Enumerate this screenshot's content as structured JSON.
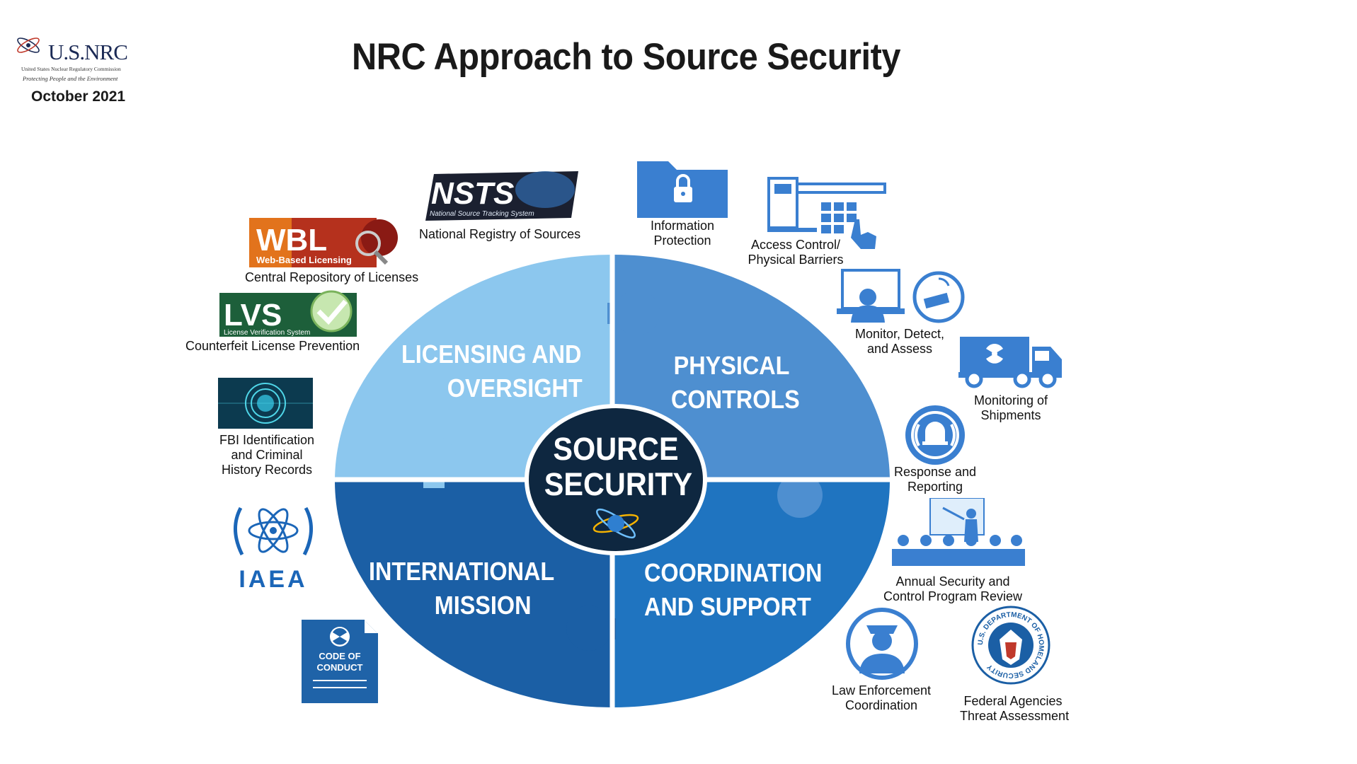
{
  "header": {
    "title": "NRC Approach to Source Security",
    "date": "October 2021",
    "logo": {
      "main": "U.S.NRC",
      "subtitle": "United States Nuclear Regulatory Commission",
      "tagline": "Protecting People and the Environment"
    }
  },
  "center": {
    "line1": "SOURCE",
    "line2": "SECURITY"
  },
  "quadrants": {
    "licensing": {
      "line1": "LICENSING AND",
      "line2": "OVERSIGHT"
    },
    "physical": {
      "line1": "PHYSICAL",
      "line2": "CONTROLS"
    },
    "international": {
      "line1": "INTERNATIONAL",
      "line2": "MISSION"
    },
    "coordination": {
      "line1": "COORDINATION",
      "line2": "AND SUPPORT"
    }
  },
  "left_items": {
    "nsts": {
      "logo_text": "NSTS",
      "logo_sub": "National Source Tracking System",
      "label": "National Registry of Sources"
    },
    "wbl": {
      "logo_text": "WBL",
      "logo_sub": "Web-Based Licensing",
      "label": "Central Repository of Licenses"
    },
    "lvs": {
      "logo_text": "LVS",
      "logo_sub": "License Verification System",
      "label": "Counterfeit License Prevention"
    },
    "fbi": {
      "line1": "FBI Identification",
      "line2": "and Criminal",
      "line3": "History Records"
    },
    "iaea": {
      "logo_text": "IAEA"
    },
    "code": {
      "line1": "CODE OF",
      "line2": "CONDUCT"
    }
  },
  "right_items": {
    "info": {
      "line1": "Information",
      "line2": "Protection"
    },
    "access": {
      "line1": "Access Control/",
      "line2": "Physical Barriers"
    },
    "monitor": {
      "line1": "Monitor, Detect,",
      "line2": "and Assess"
    },
    "shipments": {
      "line1": "Monitoring of",
      "line2": "Shipments"
    },
    "response": {
      "line1": "Response and",
      "line2": "Reporting"
    },
    "annual": {
      "line1": "Annual Security and",
      "line2": "Control Program Review"
    },
    "law": {
      "line1": "Law Enforcement",
      "line2": "Coordination"
    },
    "federal": {
      "line1": "Federal Agencies",
      "line2": "Threat Assessment"
    },
    "dhs_ring": "U.S. DEPARTMENT OF HOMELAND SECURITY"
  },
  "colors": {
    "licensing": "#8cc7ee",
    "physical": "#4e8fd0",
    "international": "#1b5fa5",
    "coordination": "#1f74c0",
    "center": "#0e2740",
    "icon_blue": "#3a7fd0"
  }
}
